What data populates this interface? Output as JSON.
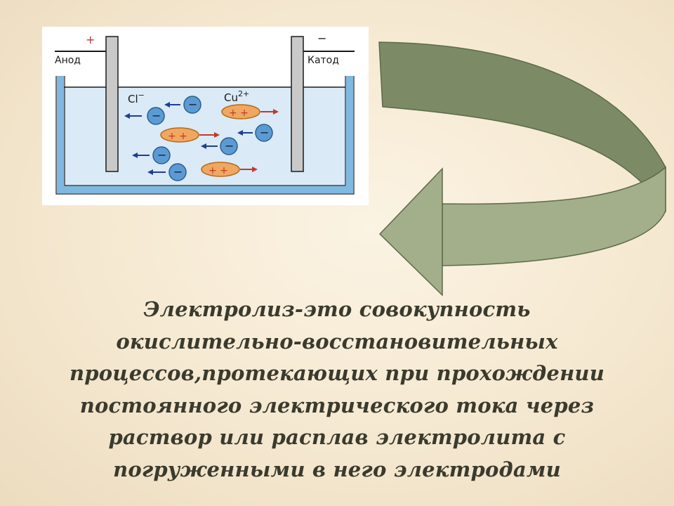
{
  "diagram": {
    "anode_label": "Анод",
    "anode_sign": "+",
    "cathode_label": "Катод",
    "cathode_sign": "−",
    "anion_label": "Cl",
    "anion_charge": "−",
    "cation_label": "Cu",
    "cation_charge": "2+",
    "ion_minus": "−",
    "ion_plus_pair": "+ +"
  },
  "definition": {
    "lines": [
      "Электролиз-это совокупность",
      "окислительно-восстановительных",
      "процессов,протекающих при прохождении",
      "постоянного электрического тока через",
      "раствор или расплав электролита с",
      "погруженными в него электродами"
    ]
  },
  "colors": {
    "background": "#f5e8d0",
    "arrow_dark": "#7c8b65",
    "arrow_light": "#a3ae8a",
    "text": "#3a3a2e",
    "solution": "#daeaf6",
    "vessel": "#7fb8e0",
    "anion_fill": "#5b9bd5",
    "cation_fill": "#f0a860"
  }
}
